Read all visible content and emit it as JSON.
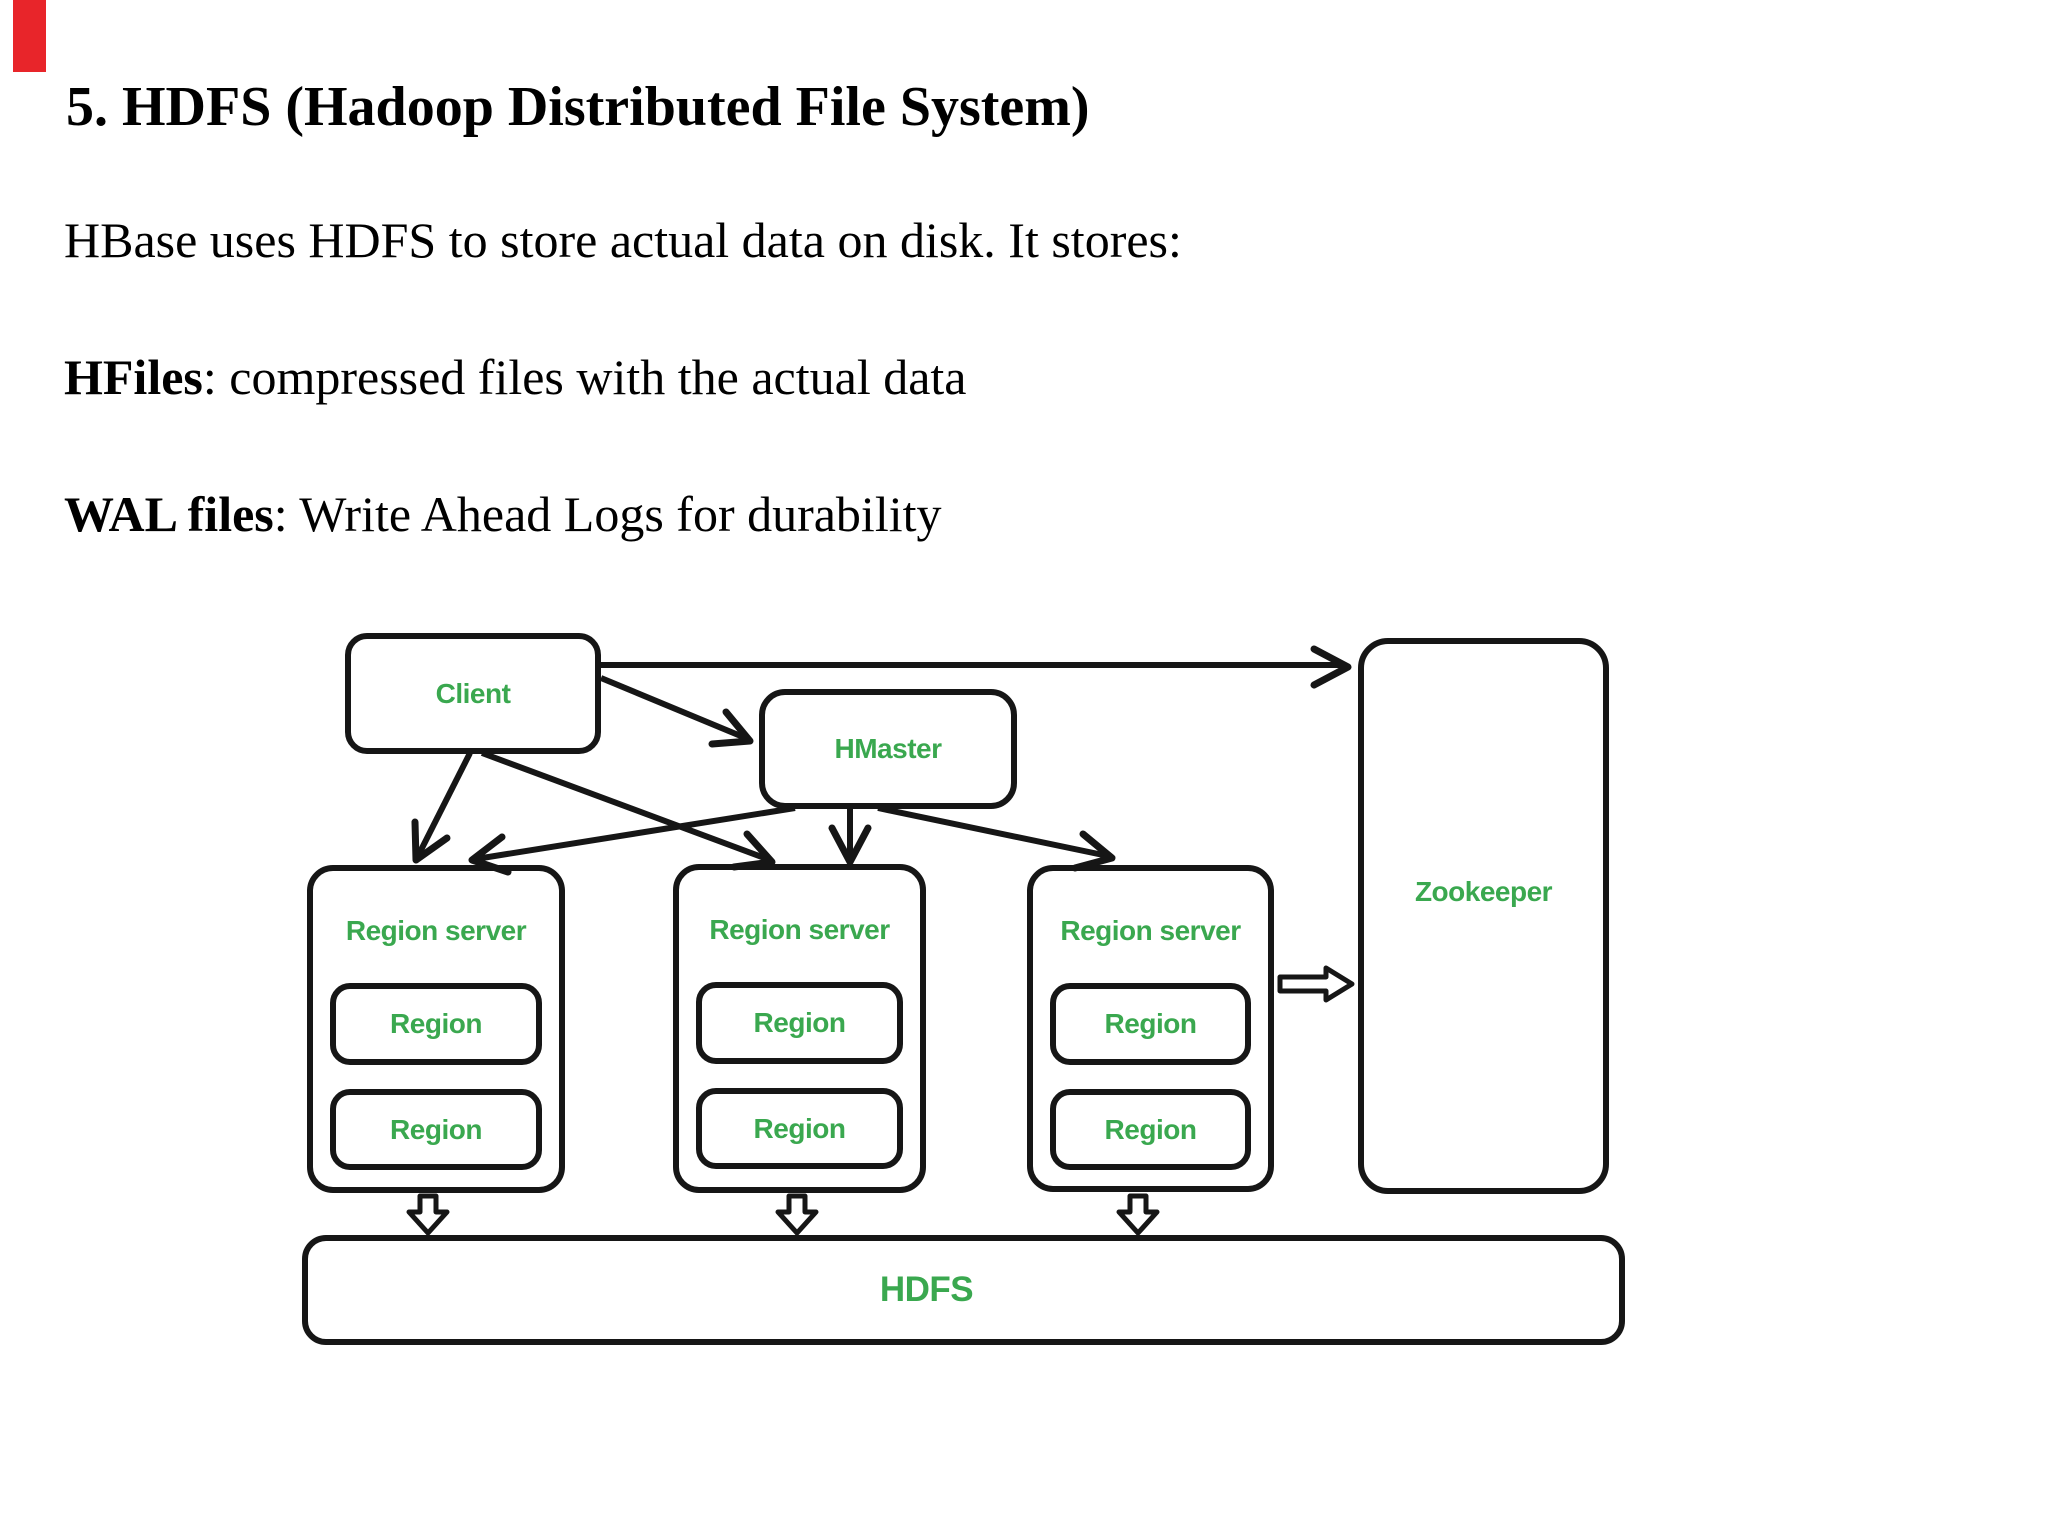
{
  "page": {
    "background_color": "#ffffff",
    "corner_marker_color": "#e8252a"
  },
  "document": {
    "heading": "5. HDFS (Hadoop Distributed File System)",
    "intro": "HBase uses HDFS to store actual data on disk. It stores:",
    "items": [
      {
        "term": "HFiles",
        "rest": ": compressed files with the actual data"
      },
      {
        "term": "WAL files",
        "rest": ": Write Ahead Logs for durability"
      }
    ]
  },
  "diagram": {
    "label_color": "#3aa84f",
    "line_color": "#161616",
    "nodes": {
      "client": "Client",
      "hmaster": "HMaster",
      "zookeeper": "Zookeeper",
      "hdfs": "HDFS"
    },
    "region_servers": [
      {
        "label": "Region server",
        "regions": [
          "Region",
          "Region"
        ]
      },
      {
        "label": "Region server",
        "regions": [
          "Region",
          "Region"
        ]
      },
      {
        "label": "Region server",
        "regions": [
          "Region",
          "Region"
        ]
      }
    ],
    "connections": [
      {
        "from": "Client",
        "to": "Zookeeper",
        "style": "solid-arrow"
      },
      {
        "from": "Client",
        "to": "HMaster",
        "style": "solid-arrow"
      },
      {
        "from": "Client",
        "to": "Region server 1",
        "style": "solid-arrow"
      },
      {
        "from": "Client",
        "to": "Region server 2",
        "style": "solid-arrow"
      },
      {
        "from": "HMaster",
        "to": "Region server 1",
        "style": "solid-arrow"
      },
      {
        "from": "HMaster",
        "to": "Region server 2",
        "style": "solid-arrow"
      },
      {
        "from": "HMaster",
        "to": "Region server 3",
        "style": "solid-arrow"
      },
      {
        "from": "Region server 1",
        "to": "HDFS",
        "style": "hollow-block-arrow"
      },
      {
        "from": "Region server 2",
        "to": "HDFS",
        "style": "hollow-block-arrow"
      },
      {
        "from": "Region server 3",
        "to": "HDFS",
        "style": "hollow-block-arrow"
      },
      {
        "from": "Region server 3",
        "to": "Zookeeper",
        "style": "hollow-block-arrow"
      }
    ]
  }
}
